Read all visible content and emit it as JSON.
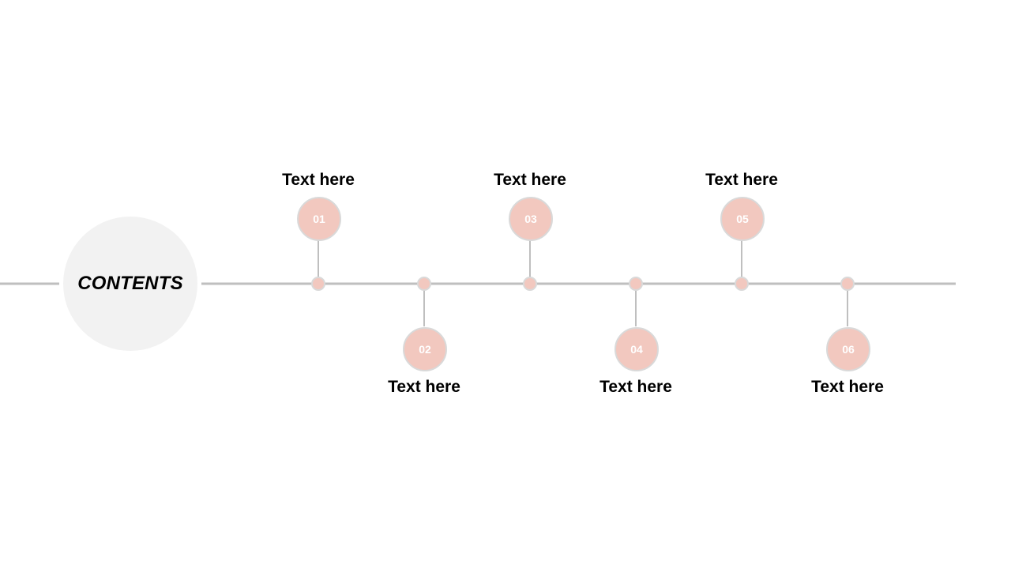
{
  "contents_title": "CONTENTS",
  "colors": {
    "line": "#bfbfbf",
    "badge_fill": "#f2c8bf",
    "badge_stroke": "#d9d9d9",
    "contents_fill": "#f2f2f2"
  },
  "steps": [
    {
      "number": "01",
      "label": "Text here",
      "side": "top"
    },
    {
      "number": "02",
      "label": "Text here",
      "side": "bottom"
    },
    {
      "number": "03",
      "label": "Text here",
      "side": "top"
    },
    {
      "number": "04",
      "label": "Text here",
      "side": "bottom"
    },
    {
      "number": "05",
      "label": "Text here",
      "side": "top"
    },
    {
      "number": "06",
      "label": "Text here",
      "side": "bottom"
    }
  ]
}
